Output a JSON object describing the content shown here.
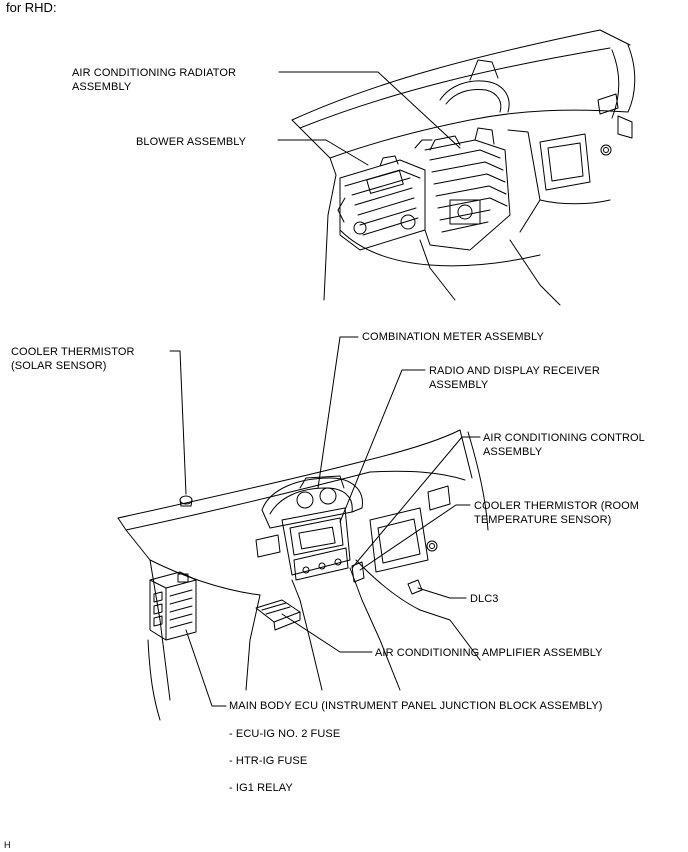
{
  "heading": "for RHD:",
  "footer_code": "H",
  "top_labels": {
    "radiator": [
      "AIR CONDITIONING RADIATOR",
      "ASSEMBLY"
    ],
    "blower": "BLOWER ASSEMBLY"
  },
  "bottom_labels": {
    "combination_meter": "COMBINATION METER ASSEMBLY",
    "cooler_solar": [
      "COOLER THERMISTOR",
      "(SOLAR SENSOR)"
    ],
    "radio_display": [
      "RADIO AND DISPLAY RECEIVER",
      "ASSEMBLY"
    ],
    "ac_control": [
      "AIR CONDITIONING CONTROL",
      "ASSEMBLY"
    ],
    "cooler_room": [
      "COOLER THERMISTOR (ROOM",
      "TEMPERATURE SENSOR)"
    ],
    "dlc3": "DLC3",
    "ac_amplifier": "AIR CONDITIONING AMPLIFIER ASSEMBLY",
    "main_body_ecu": "MAIN BODY ECU (INSTRUMENT PANEL JUNCTION BLOCK ASSEMBLY)",
    "sub_items": [
      "- ECU-IG NO. 2 FUSE",
      "- HTR-IG FUSE",
      "- IG1 RELAY"
    ]
  }
}
